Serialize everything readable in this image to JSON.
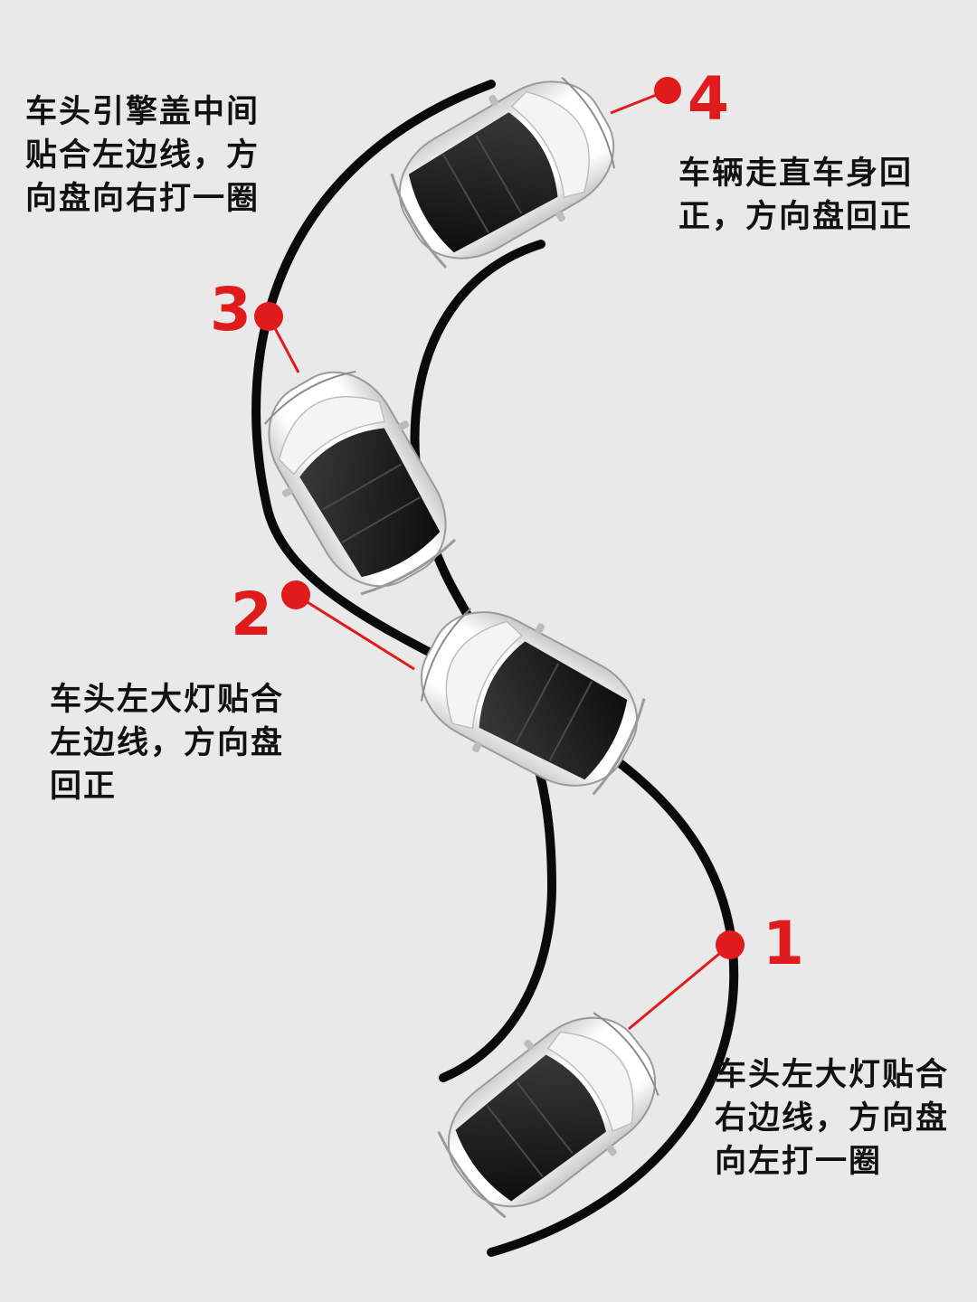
{
  "colors": {
    "background": "#e9e9e9",
    "lane_line": "#0a0a0a",
    "marker": "#e01b1b",
    "text": "#111111"
  },
  "markers": [
    {
      "label": "1"
    },
    {
      "label": "2"
    },
    {
      "label": "3"
    },
    {
      "label": "4"
    }
  ],
  "captions": {
    "step3_top_left": {
      "lines": [
        "车头引擎盖中间",
        "贴合左边线，方",
        "向盘向右打一圈"
      ]
    },
    "step4_top_right": {
      "lines": [
        "车辆走直车身回",
        "正，方向盘回正"
      ]
    },
    "step2_mid_left": {
      "lines": [
        "车头左大灯贴合",
        "左边线，方向盘",
        "回正"
      ]
    },
    "step1_bottom_right": {
      "lines": [
        "车头左大灯贴合",
        "右边线，方向盘",
        "向左打一圈"
      ]
    }
  },
  "icons": [
    "car-top-view-icon"
  ]
}
